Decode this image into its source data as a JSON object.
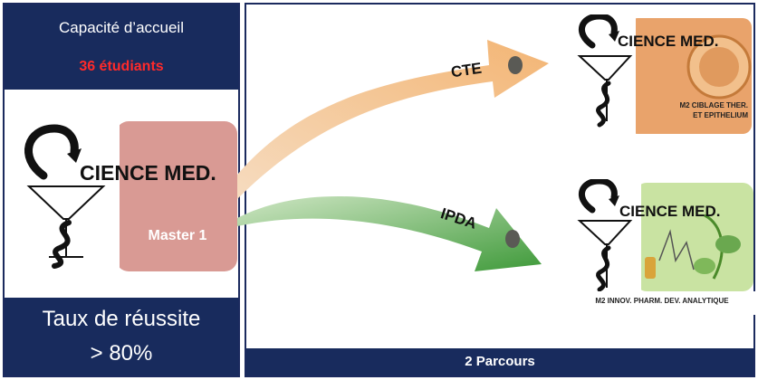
{
  "capacity": {
    "title": "Capacité d’accueil",
    "count": "36 étudiants"
  },
  "success_rate": {
    "title": "Taux de réussite",
    "value": "> 80%"
  },
  "logo_text": "CIENCE MED.",
  "master1": {
    "label": "Master 1"
  },
  "tracks": [
    {
      "code": "CTE",
      "program": [
        "M2 CIBLAGE THER.",
        "ET EPITHELIUM"
      ]
    },
    {
      "code": "IPDA",
      "program": [
        "M2 INNOV. PHARM. DEV. ANALYTIQUE"
      ]
    }
  ],
  "footer": {
    "label": "2 Parcours"
  },
  "colors": {
    "navy": "#182b5d",
    "red_text": "#ff2a2a",
    "master_block": "#d99a94",
    "cte_arrow": "#f0c08a",
    "ipda_arrow": "#5fae5a",
    "cte_bg": "#e9a36b",
    "ipda_bg": "#c9e3a2"
  }
}
